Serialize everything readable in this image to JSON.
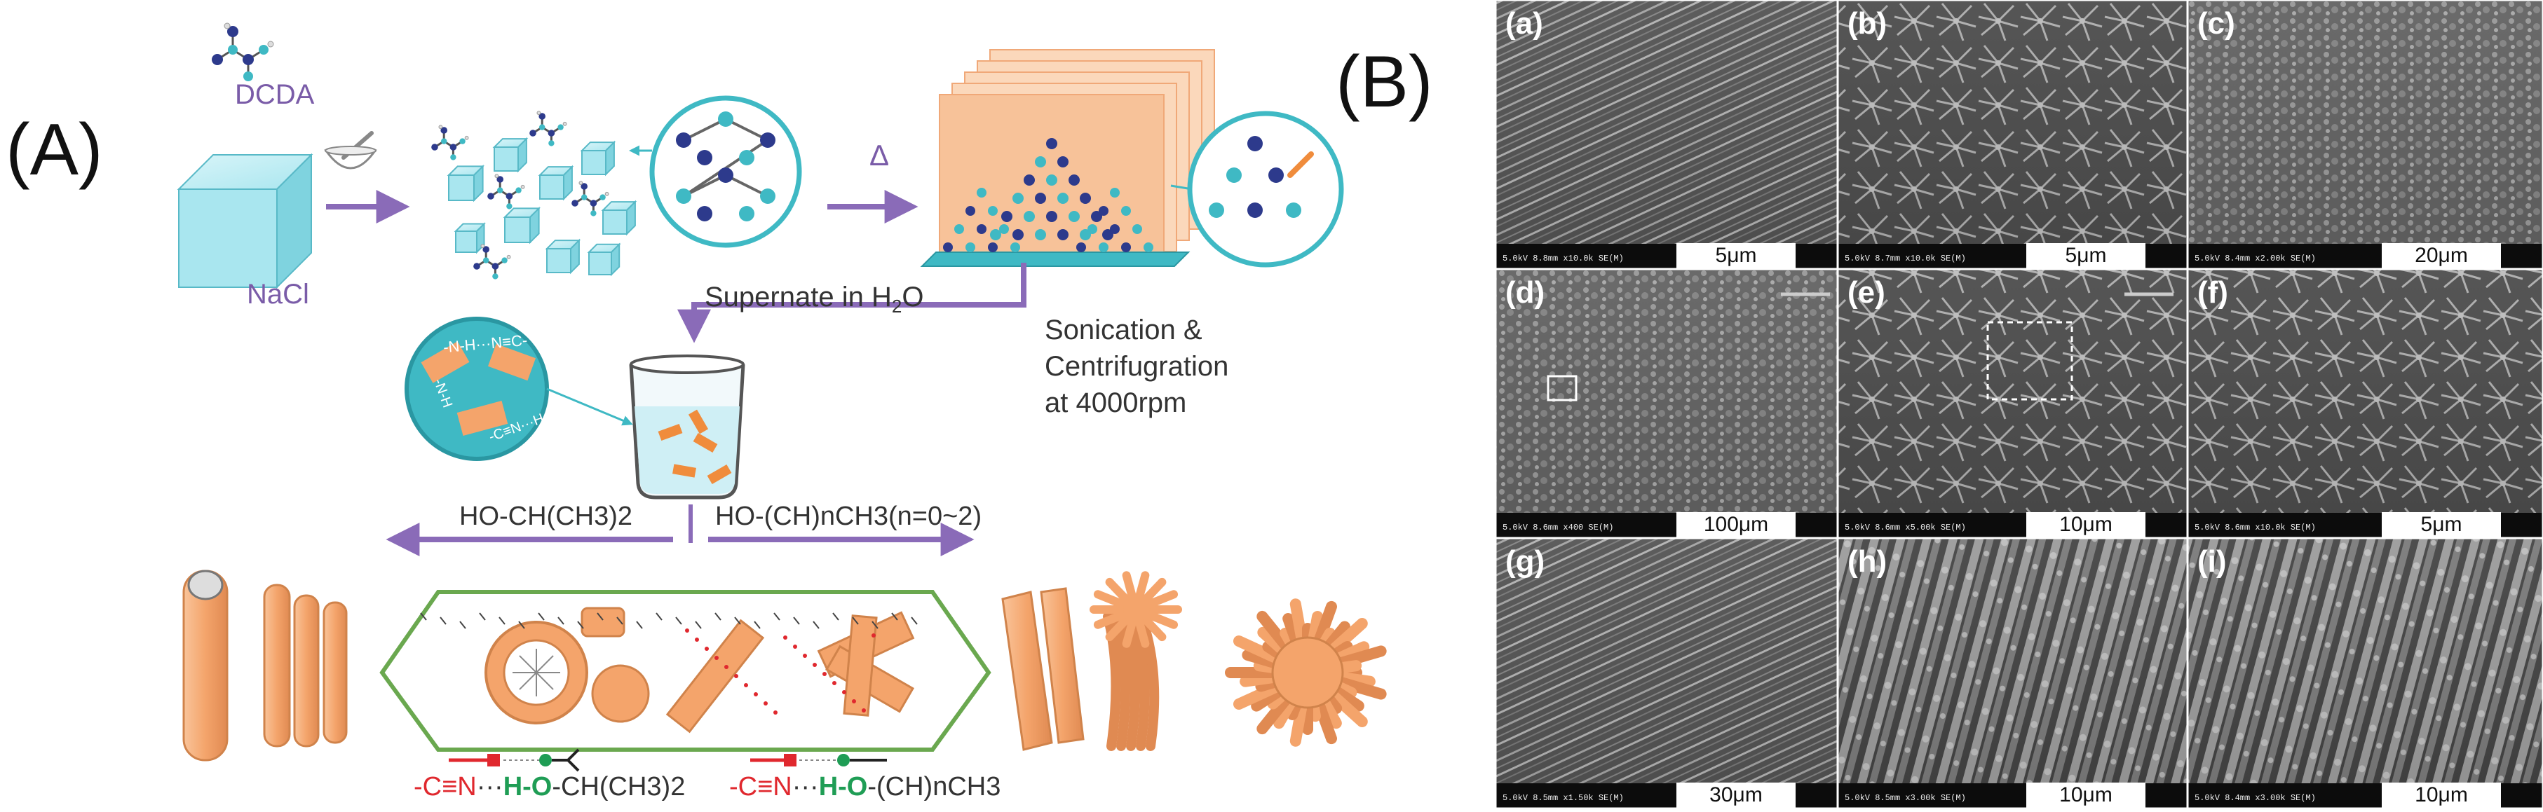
{
  "panel_labels": {
    "a": "(A)",
    "b": "(B)"
  },
  "scheme": {
    "dcda_label": "DCDA",
    "nacl_label": "NaCl",
    "delta_label": "Δ",
    "supernate_prefix": "Supernate in H",
    "supernate_sub": "2",
    "supernate_suffix": "O",
    "sonication_lines": [
      "Sonication &",
      "Centrifugration",
      "at 4000rpm"
    ],
    "left_solvent": "HO-CH(CH3)2",
    "right_solvent": "HO-(CH)nCH3(n=0~2)",
    "circle_bond_1": "-N-H···N≡C-",
    "circle_bond_2": "-N-H",
    "circle_bond_3": "-C≡N···H-N-",
    "zoom_bond_1": "-C≡N",
    "zoom_bond_2": "-N-H",
    "eq_left": {
      "cn": "-C≡N",
      "dots": "···",
      "ho": "H-O",
      "rest": "-CH(CH3)2"
    },
    "eq_right": {
      "cn": "-C≡N",
      "dots": "···",
      "ho": "H-O",
      "rest": "-(CH)nCH3"
    }
  },
  "sem": {
    "panels": [
      {
        "label": "(a)",
        "scale": "5μm",
        "info": "5.0kV 8.8mm x10.0k SE(M)"
      },
      {
        "label": "(b)",
        "scale": "5μm",
        "info": "5.0kV 8.7mm x10.0k SE(M)"
      },
      {
        "label": "(c)",
        "scale": "20μm",
        "info": "5.0kV 8.4mm x2.00k SE(M)"
      },
      {
        "label": "(d)",
        "scale": "100μm",
        "info": "5.0kV 8.6mm x400 SE(M)"
      },
      {
        "label": "(e)",
        "scale": "10μm",
        "info": "5.0kV 8.6mm x5.00k SE(M)"
      },
      {
        "label": "(f)",
        "scale": "5μm",
        "info": "5.0kV 8.6mm x10.0k SE(M)"
      },
      {
        "label": "(g)",
        "scale": "30μm",
        "info": "5.0kV 8.5mm x1.50k SE(M)"
      },
      {
        "label": "(h)",
        "scale": "10μm",
        "info": "5.0kV 8.5mm x3.00k SE(M)"
      },
      {
        "label": "(i)",
        "scale": "10μm",
        "info": "5.0kV 8.4mm x3.00k SE(M)"
      }
    ]
  },
  "colors": {
    "arrow_purple": "#8a6bb8",
    "bracket_green": "#6aa84f",
    "teal": "#3fb9c4",
    "cube_fill": "#a9e6ef",
    "rod_orange": "#f4a46b",
    "cn_red": "#e0282e",
    "ho_green": "#1f9d55"
  }
}
